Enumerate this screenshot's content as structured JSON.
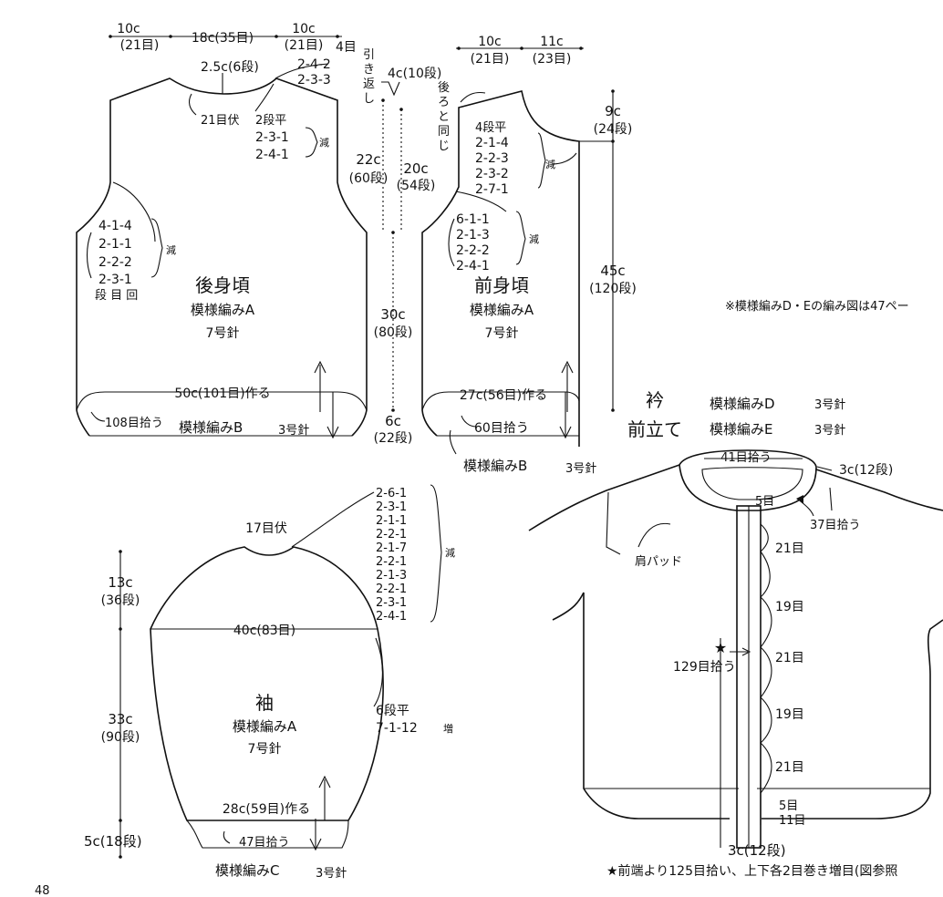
{
  "top_clipped_text": "",
  "back": {
    "top_dims": [
      {
        "cm": "10c",
        "st": "(21目)"
      },
      {
        "cm": "18c(35目)",
        "st": ""
      },
      {
        "cm": "10c",
        "st": "(21目)"
      }
    ],
    "shoulder_st": "4目",
    "shoulder_dec": [
      "2-4-2",
      "2-3-3"
    ],
    "neck_depth": "2.5c(6段)",
    "neck_bind": "21目伏",
    "neck_dec_head": "2段平",
    "neck_dec": [
      "2-3-1",
      "2-4-1"
    ],
    "dec_label": "減",
    "armhole_dec": [
      "4-1-4",
      "2-1-1",
      "2-2-2",
      "2-3-1"
    ],
    "legend": "段 目 回",
    "title": "後身頃",
    "pattern": "模様編みA",
    "needle": "7号針",
    "width": "50c(101目)作る",
    "pickup": "108目拾う",
    "band": "模様編みB",
    "band_needle": "3号針"
  },
  "middle": {
    "short_rows": [
      "引",
      "き",
      "返",
      "し"
    ],
    "shoulder_depth": "4c(10段)",
    "armhole_back": {
      "cm": "22c",
      "row": "(60段)"
    },
    "armhole_front": {
      "cm": "20c",
      "row": "(54段)"
    },
    "body_len": {
      "cm": "30c",
      "row": "(80段)"
    },
    "band_len": {
      "cm": "6c",
      "row": "(22段)"
    }
  },
  "front": {
    "top_dims": [
      {
        "cm": "10c",
        "st": "(21目)"
      },
      {
        "cm": "11c",
        "st": "(23目)"
      }
    ],
    "same_as_back": [
      "後",
      "ろ",
      "と",
      "同",
      "じ"
    ],
    "neck_head": "4段平",
    "neck_dec": [
      "2-1-4",
      "2-2-3",
      "2-3-2",
      "2-7-1"
    ],
    "armhole_dec": [
      "6-1-1",
      "2-1-3",
      "2-2-2",
      "2-4-1"
    ],
    "dec_label": "減",
    "title": "前身頃",
    "pattern": "模様編みA",
    "needle": "7号針",
    "width": "27c(56目)作る",
    "pickup": "60目拾う",
    "band": "模様編みB",
    "band_needle": "3号針",
    "neck_depth": {
      "cm": "9c",
      "row": "(24段)"
    },
    "total_len": {
      "cm": "45c",
      "row": "(120段)"
    }
  },
  "note": "※模様編みD・Eの編み図は47ペー",
  "collar": {
    "title1": "衿",
    "title2": "前立て",
    "pattern1": "模様編みD",
    "needle1": "3号針",
    "pattern2": "模様編みE",
    "needle2": "3号針"
  },
  "sleeve": {
    "cap_bind": "17目伏",
    "cap_dec": [
      "2-6-1",
      "2-3-1",
      "2-1-1",
      "2-2-1",
      "2-1-7",
      "2-2-1",
      "2-1-3",
      "2-2-1",
      "2-3-1",
      "2-4-1"
    ],
    "dec_label": "減",
    "cap_height": {
      "cm": "13c",
      "row": "(36段)"
    },
    "width": "40c(83目)",
    "title": "袖",
    "pattern": "模様編みA",
    "needle": "7号針",
    "length": {
      "cm": "33c",
      "row": "(90段)"
    },
    "inc_head": "6段平",
    "inc": "7-1-12",
    "inc_label": "増",
    "cuff_width": "28c(59目)作る",
    "pickup": "47目拾う",
    "cuff_len": "5c(18段)",
    "band": "模様編みC",
    "band_needle": "3号針"
  },
  "assembly": {
    "collar_pickup": "41目拾う",
    "collar_height": "3c(12段)",
    "top_band": "5目",
    "side_pickup": "37目拾う",
    "shoulder_pad": "肩パッド",
    "buttonhole_spacing": [
      "21目",
      "19目",
      "21目",
      "19目",
      "21目"
    ],
    "band_pickup": "129目拾う",
    "bottom_1": "5目",
    "bottom_2": "11目",
    "band_width": "3c(12段)",
    "star": "★"
  },
  "footnote": "★前端より125目拾い、上下各2目巻き増目(図参照",
  "page_number": "48"
}
